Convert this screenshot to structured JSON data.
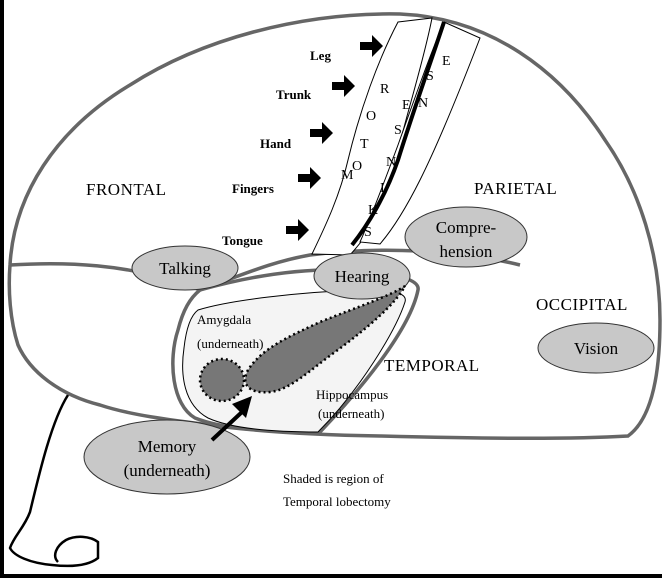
{
  "lobes": {
    "frontal": "FRONTAL",
    "parietal": "PARIETAL",
    "occipital": "OCCIPITAL",
    "temporal": "TEMPORAL"
  },
  "motor_strip": {
    "letters": [
      "R",
      "O",
      "T",
      "O",
      "M"
    ]
  },
  "sensory_strip": {
    "letters": [
      "E",
      "S",
      "N",
      "E",
      "S",
      "N",
      "I",
      "K",
      "S"
    ]
  },
  "body_parts": [
    "Leg",
    "Trunk",
    "Hand",
    "Fingers",
    "Tongue"
  ],
  "functions": {
    "talking": "Talking",
    "hearing": "Hearing",
    "comprehension_line1": "Compre-",
    "comprehension_line2": "hension",
    "vision": "Vision",
    "memory_line1": "Memory",
    "memory_line2": "(underneath)"
  },
  "annotations": {
    "amygdala_line1": "Amygdala",
    "amygdala_line2": "(underneath)",
    "hippocampus_line1": "Hippocampus",
    "hippocampus_line2": "(underneath)",
    "shaded_note_line1": "Shaded is region of",
    "shaded_note_line2": "Temporal lobectomy"
  },
  "colors": {
    "outline": "#000000",
    "brain_stroke": "#666666",
    "oval_fill": "#c8c8c8",
    "shaded_region": "#777777",
    "temporal_fill": "#f4f4f4"
  }
}
